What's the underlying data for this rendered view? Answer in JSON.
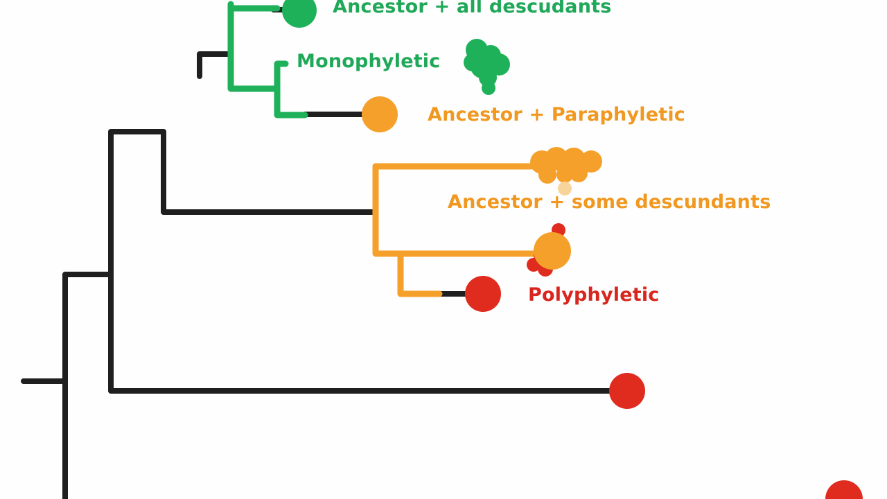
{
  "labels": {
    "ancestor_all": "Ancestor + all descudants",
    "monophyletic": "Monophyletic",
    "ancestor_paraphyletic": "Ancestor + Paraphyletic",
    "ancestor_some": "Ancestor + some descundants",
    "polyphyletic": "Polyphyletic"
  },
  "colors": {
    "branch": "#1f1f1f",
    "green": "#1fb05a",
    "orange": "#f5a02a",
    "red": "#e02b1f",
    "label_green": "#1fa858",
    "label_orange": "#f0981f",
    "label_red": "#d8261e"
  },
  "icons": {
    "leaf_node": "filled-circle",
    "scribble": "hand-drawn-blob"
  }
}
